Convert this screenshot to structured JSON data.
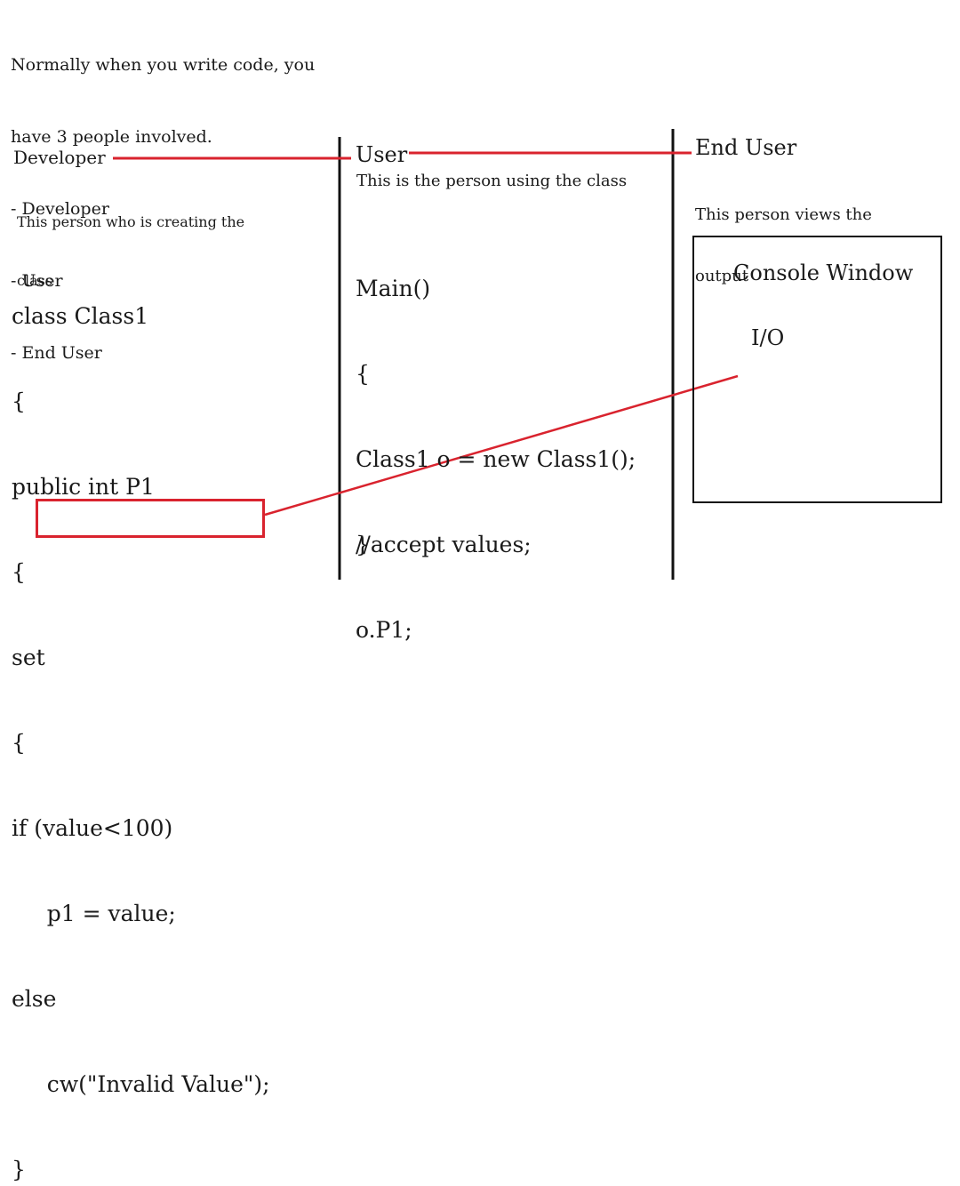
{
  "intro": {
    "lines": [
      "Normally when you write code, you",
      "have 3 people involved.",
      "- Developer",
      "- User",
      "- End User"
    ]
  },
  "developer": {
    "title": "Developer",
    "description": [
      "This person who is creating the",
      "class"
    ],
    "code": [
      "class Class1",
      "{",
      "public int P1",
      "{",
      "set",
      "{",
      "if (value<100)",
      "     p1 = value;",
      "else",
      "     cw(\"Invalid Value\");",
      "}"
    ]
  },
  "user": {
    "title": "User",
    "description": "This is the person using the class",
    "code": [
      "Main()",
      "{",
      "Class1 o = new Class1();",
      "//accept values;",
      "o.P1;"
    ],
    "closing_brace": "}"
  },
  "end_user": {
    "title": "End User",
    "description": [
      "This person views the",
      "output"
    ],
    "console": {
      "title": "Console Window",
      "io": "I/O"
    }
  },
  "colors": {
    "accent": "#d9232e",
    "divider": "#111111",
    "text": "#1a1a1a"
  }
}
